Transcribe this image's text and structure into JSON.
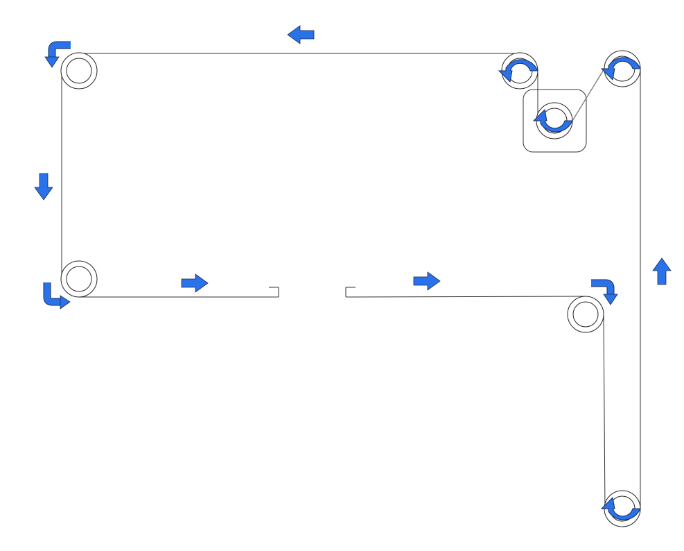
{
  "diagram": {
    "title": "",
    "colors": {
      "arrow_fill": "#2a72ea",
      "arrow_stroke": "#1a2a55",
      "belt": "#333333",
      "diagonal_belt": "#777777",
      "pulley": "#222222"
    },
    "pulleys": [
      "pulley-top-left",
      "pulley-bottom-left",
      "pulley-top-middle",
      "pulley-tensioner",
      "pulley-top-right",
      "pulley-mid-right",
      "pulley-bottom-right"
    ],
    "icons": [
      "arrow-left-icon",
      "arrow-down-icon",
      "arrow-right-icon",
      "arrow-up-icon",
      "bent-arrow-icon",
      "rotate-arrow-icon"
    ]
  }
}
